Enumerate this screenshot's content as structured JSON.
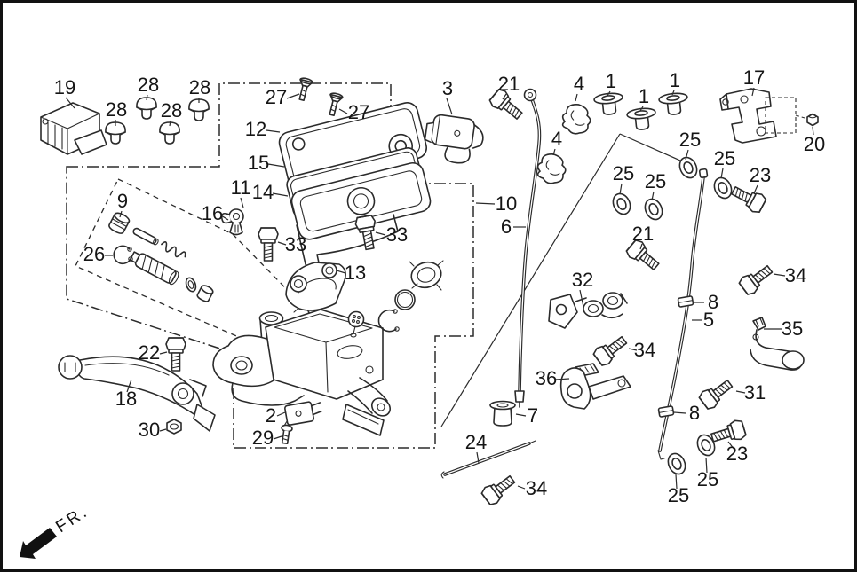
{
  "diagram": {
    "background_color": "#ffffff",
    "line_color": "#2b2b2b",
    "frame_color": "#111111",
    "fr_arrow_label": "FR.",
    "callouts": [
      "19",
      "28",
      "28",
      "28",
      "28",
      "27",
      "27",
      "12",
      "15",
      "14",
      "3",
      "21",
      "4",
      "4",
      "1",
      "1",
      "1",
      "17",
      "20",
      "25",
      "25",
      "25",
      "25",
      "23",
      "34",
      "8",
      "5",
      "35",
      "31",
      "8",
      "23",
      "25",
      "25",
      "34",
      "32",
      "36",
      "7",
      "24",
      "34",
      "2",
      "29",
      "33",
      "33",
      "13",
      "10",
      "6",
      "16",
      "11",
      "9",
      "26",
      "18",
      "22",
      "30",
      "21"
    ]
  }
}
